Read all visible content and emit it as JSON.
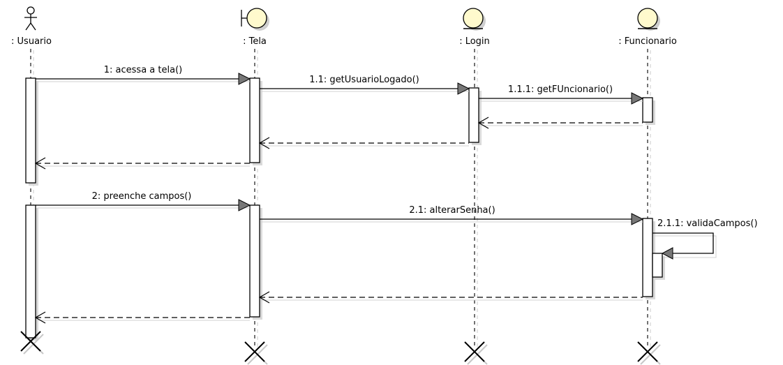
{
  "participants": [
    {
      "label": ": Usuario",
      "kind": "actor"
    },
    {
      "label": ": Tela",
      "kind": "boundary"
    },
    {
      "label": ": Login",
      "kind": "entity"
    },
    {
      "label": ": Funcionario",
      "kind": "entity"
    }
  ],
  "messages": [
    {
      "label": "1: acessa a tela()",
      "from": 0,
      "to": 1,
      "type": "sync"
    },
    {
      "label": "1.1: getUsuarioLogado()",
      "from": 1,
      "to": 2,
      "type": "sync"
    },
    {
      "label": "1.1.1: getFUncionario()",
      "from": 2,
      "to": 3,
      "type": "sync"
    },
    {
      "label": "",
      "from": 3,
      "to": 2,
      "type": "return"
    },
    {
      "label": "",
      "from": 2,
      "to": 1,
      "type": "return"
    },
    {
      "label": "",
      "from": 1,
      "to": 0,
      "type": "return"
    },
    {
      "label": "2: preenche campos()",
      "from": 0,
      "to": 1,
      "type": "sync"
    },
    {
      "label": "2.1: alterarSenha()",
      "from": 1,
      "to": 3,
      "type": "sync"
    },
    {
      "label": "2.1.1: validaCampos()",
      "from": 3,
      "to": 3,
      "type": "self"
    },
    {
      "label": "",
      "from": 3,
      "to": 1,
      "type": "return"
    },
    {
      "label": "",
      "from": 1,
      "to": 0,
      "type": "return"
    }
  ],
  "colors": {
    "head_fill": "#fffacd",
    "line": "#000000",
    "shadow": "#cfcfcf",
    "activation_fill": "#ffffff"
  },
  "icons": {
    "actor": "stick-figure-icon",
    "boundary": "boundary-icon",
    "entity": "entity-icon",
    "destroy": "destroy-x-icon"
  }
}
